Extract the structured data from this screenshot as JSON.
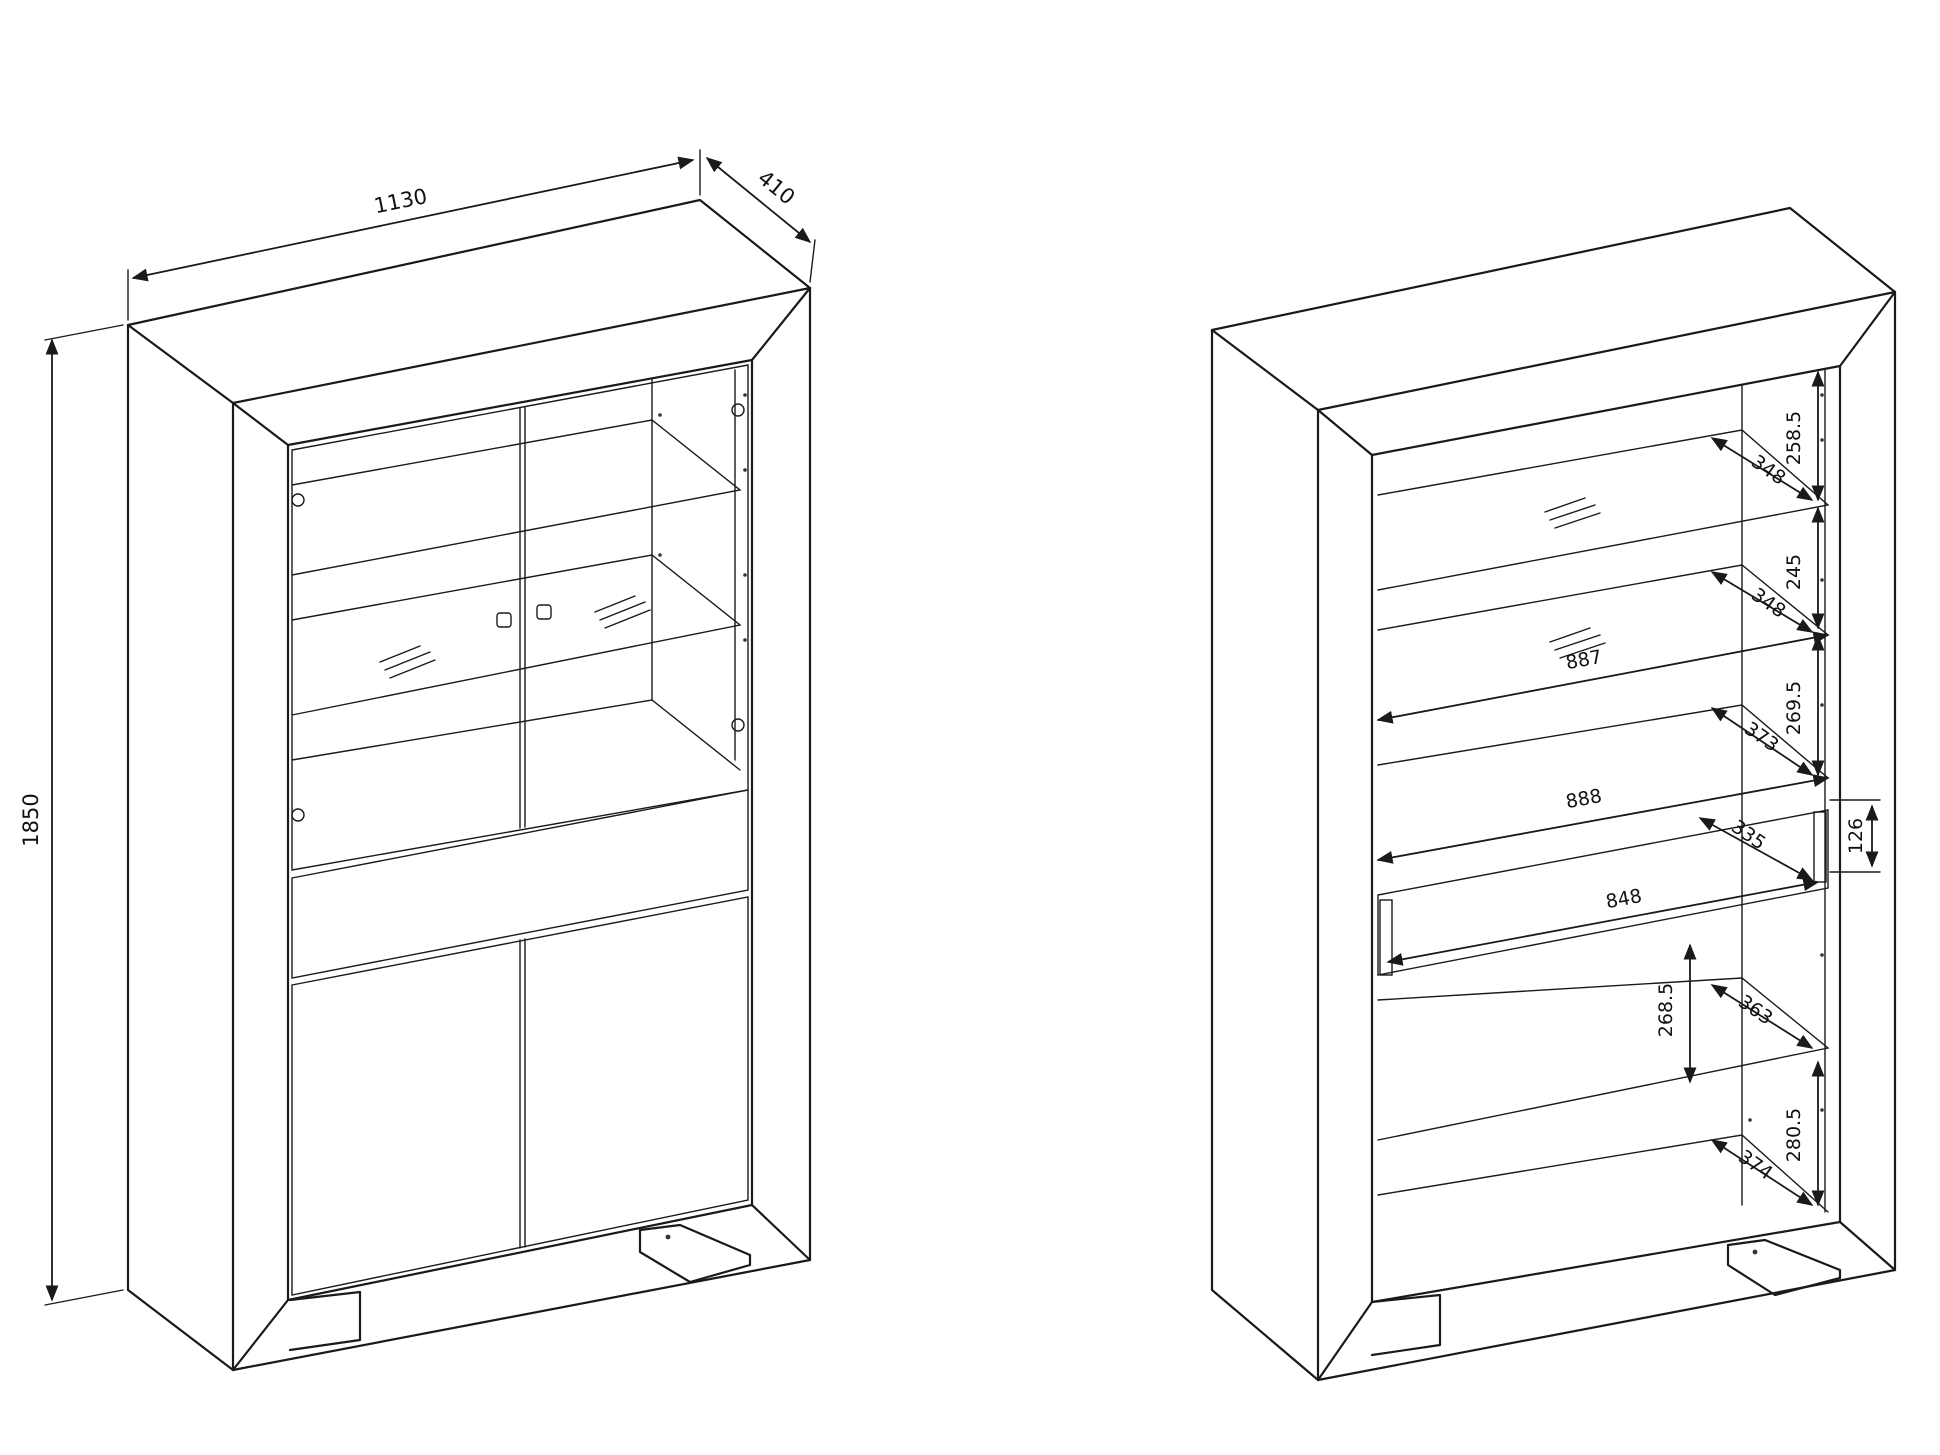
{
  "left_view": {
    "width_label": "1130",
    "depth_label": "410",
    "height_label": "1850"
  },
  "right_view": {
    "shelf_gap_1": "258.5",
    "shelf_gap_2": "245",
    "shelf_gap_3": "269.5",
    "shelf_gap_4": "268.5",
    "shelf_gap_5": "280.5",
    "depth_1": "348",
    "depth_2": "348",
    "depth_3": "373",
    "depth_4": "335",
    "depth_5": "363",
    "depth_6": "374",
    "inner_width_1": "887",
    "inner_width_2": "888",
    "drawer_width": "848",
    "drawer_height": "126"
  },
  "colors": {
    "line": "#1a1a1a",
    "background": "#ffffff"
  }
}
